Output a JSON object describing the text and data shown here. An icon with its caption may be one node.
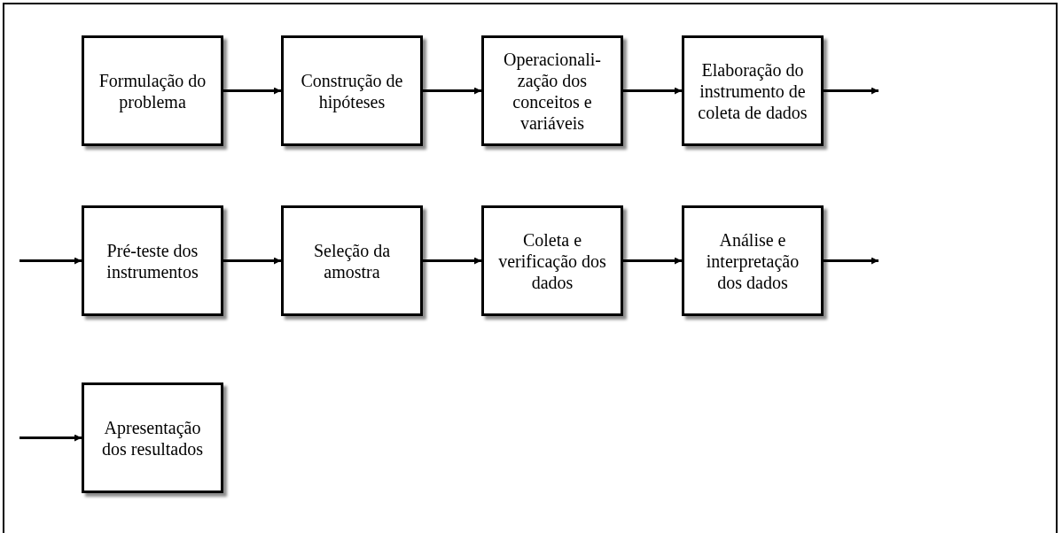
{
  "diagram": {
    "nodes": [
      {
        "text": [
          "Formulação do problema"
        ]
      },
      {
        "text": [
          "Construção de hipóteses"
        ]
      },
      {
        "text": [
          "Operacionali-zação dos conceitos e variáveis"
        ]
      },
      {
        "text": [
          "Elaboração do instrumento de coleta de dados"
        ]
      },
      {
        "text": [
          "Pré-teste dos instrumentos"
        ]
      },
      {
        "text": [
          "Seleção da amostra"
        ]
      },
      {
        "text": [
          "Coleta e verificação dos dados"
        ]
      },
      {
        "text": [
          "Análise e interpretação dos dados"
        ]
      },
      {
        "text": [
          "Apresentação dos resultados"
        ]
      }
    ],
    "edges": [
      {
        "from": 0,
        "to": 1,
        "arrow": "to"
      },
      {
        "from": 1,
        "to": 2,
        "arrow": "to"
      },
      {
        "from": 2,
        "to": 3,
        "arrow": "to"
      },
      {
        "from": 3,
        "to": null,
        "arrow": "to"
      },
      {
        "from": null,
        "to": 4,
        "arrow": "to"
      },
      {
        "from": 4,
        "to": 5,
        "arrow": "to"
      },
      {
        "from": 5,
        "to": 6,
        "arrow": "to"
      },
      {
        "from": 6,
        "to": 7,
        "arrow": "to"
      },
      {
        "from": 7,
        "to": null,
        "arrow": "to"
      },
      {
        "from": null,
        "to": 8,
        "arrow": "to"
      }
    ]
  }
}
